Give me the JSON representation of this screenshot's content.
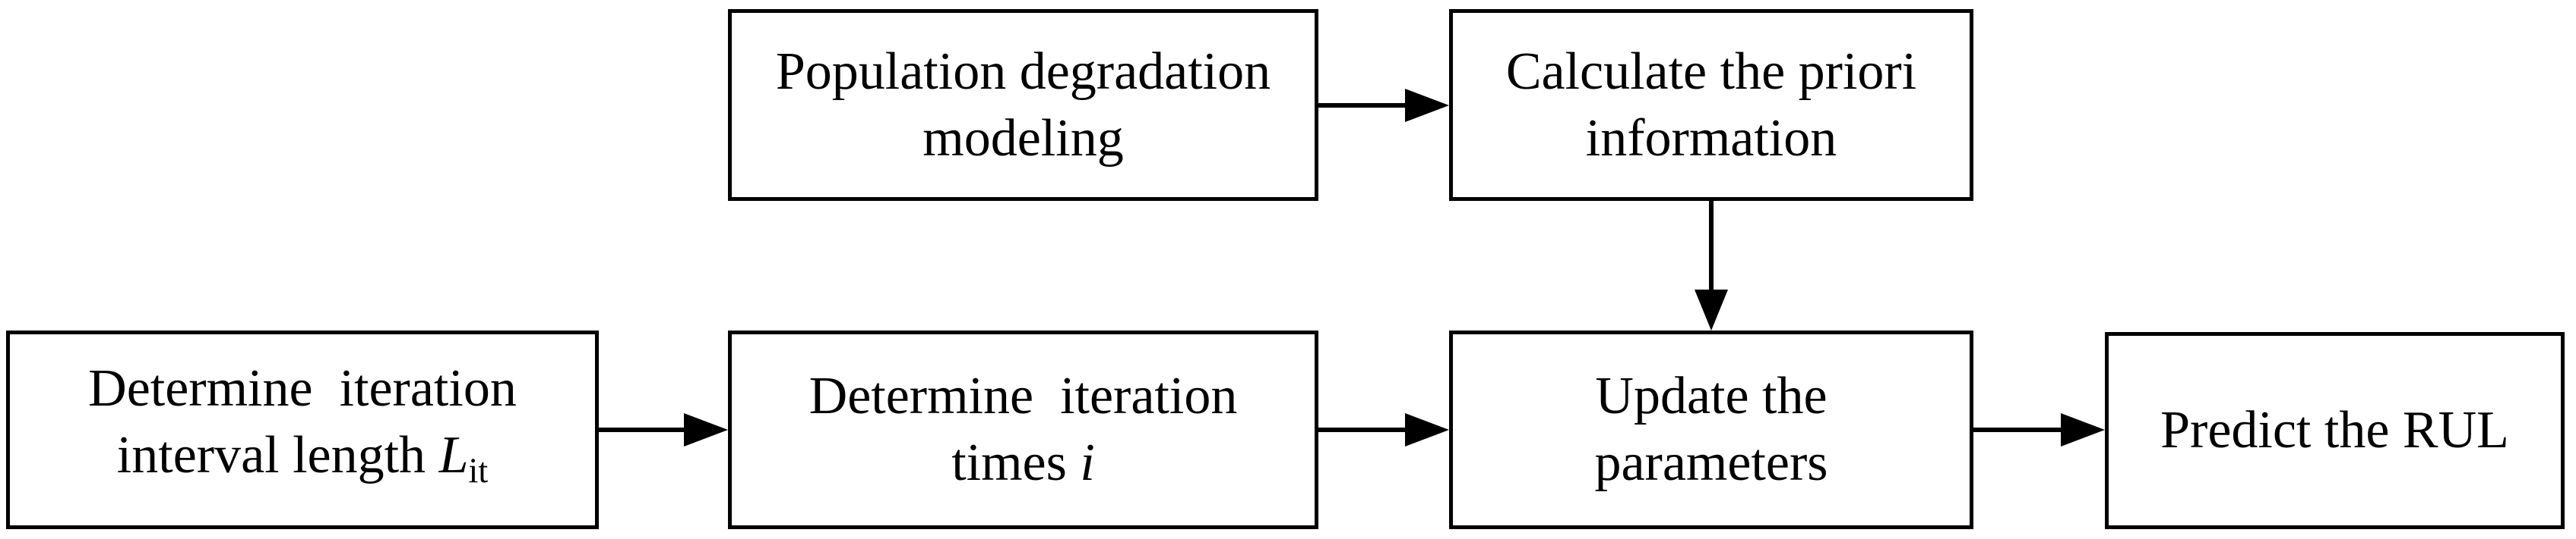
{
  "figure": {
    "type": "flowchart",
    "background_color": "#ffffff",
    "line_color": "#000000",
    "text_color": "#000000"
  },
  "boxes": {
    "population": {
      "line1": "Population degradation",
      "line2": "modeling"
    },
    "priori": {
      "line1": "Calculate the priori",
      "line2": "information"
    },
    "interval": {
      "line1": "Determine  iteration",
      "line2_prefix": "interval length ",
      "line2_var": "L",
      "line2_sub": "it"
    },
    "times": {
      "line1": "Determine  iteration",
      "line2_prefix": "times ",
      "line2_var": "i"
    },
    "update": {
      "line1": "Update the",
      "line2": "parameters"
    },
    "predict": {
      "line1": "Predict the RUL"
    }
  },
  "arrows": [
    {
      "from": "population",
      "to": "priori",
      "direction": "right"
    },
    {
      "from": "priori",
      "to": "update",
      "direction": "down"
    },
    {
      "from": "interval",
      "to": "times",
      "direction": "right"
    },
    {
      "from": "times",
      "to": "update",
      "direction": "right"
    },
    {
      "from": "update",
      "to": "predict",
      "direction": "right"
    }
  ]
}
